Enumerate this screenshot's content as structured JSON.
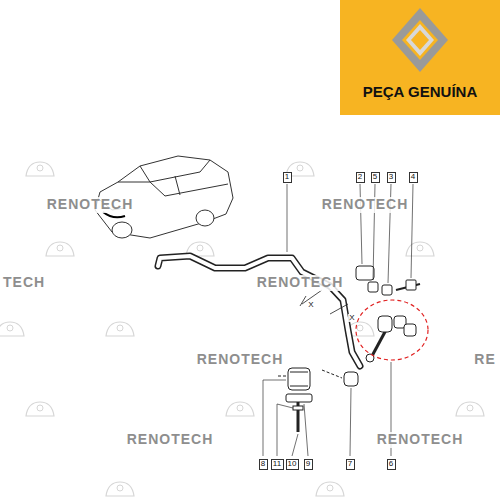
{
  "diagram": {
    "nodes": [
      {
        "text": [
          "PEÇA GENUÍNA"
        ]
      },
      {
        "text": [
          "1"
        ]
      },
      {
        "text": [
          "2"
        ]
      },
      {
        "text": [
          "5"
        ]
      },
      {
        "text": [
          "3"
        ]
      },
      {
        "text": [
          "4"
        ]
      },
      {
        "text": [
          "8"
        ]
      },
      {
        "text": [
          "11"
        ]
      },
      {
        "text": [
          "10"
        ]
      },
      {
        "text": [
          "9"
        ]
      },
      {
        "text": [
          "7"
        ]
      },
      {
        "text": [
          "6"
        ]
      }
    ],
    "labels": [
      "RENOTECH",
      "RENOTECH",
      "TECH",
      "RENOTECH",
      "RENOTECH",
      "RE",
      "RENOTECH",
      "RENOTECH",
      "X",
      "X"
    ]
  }
}
